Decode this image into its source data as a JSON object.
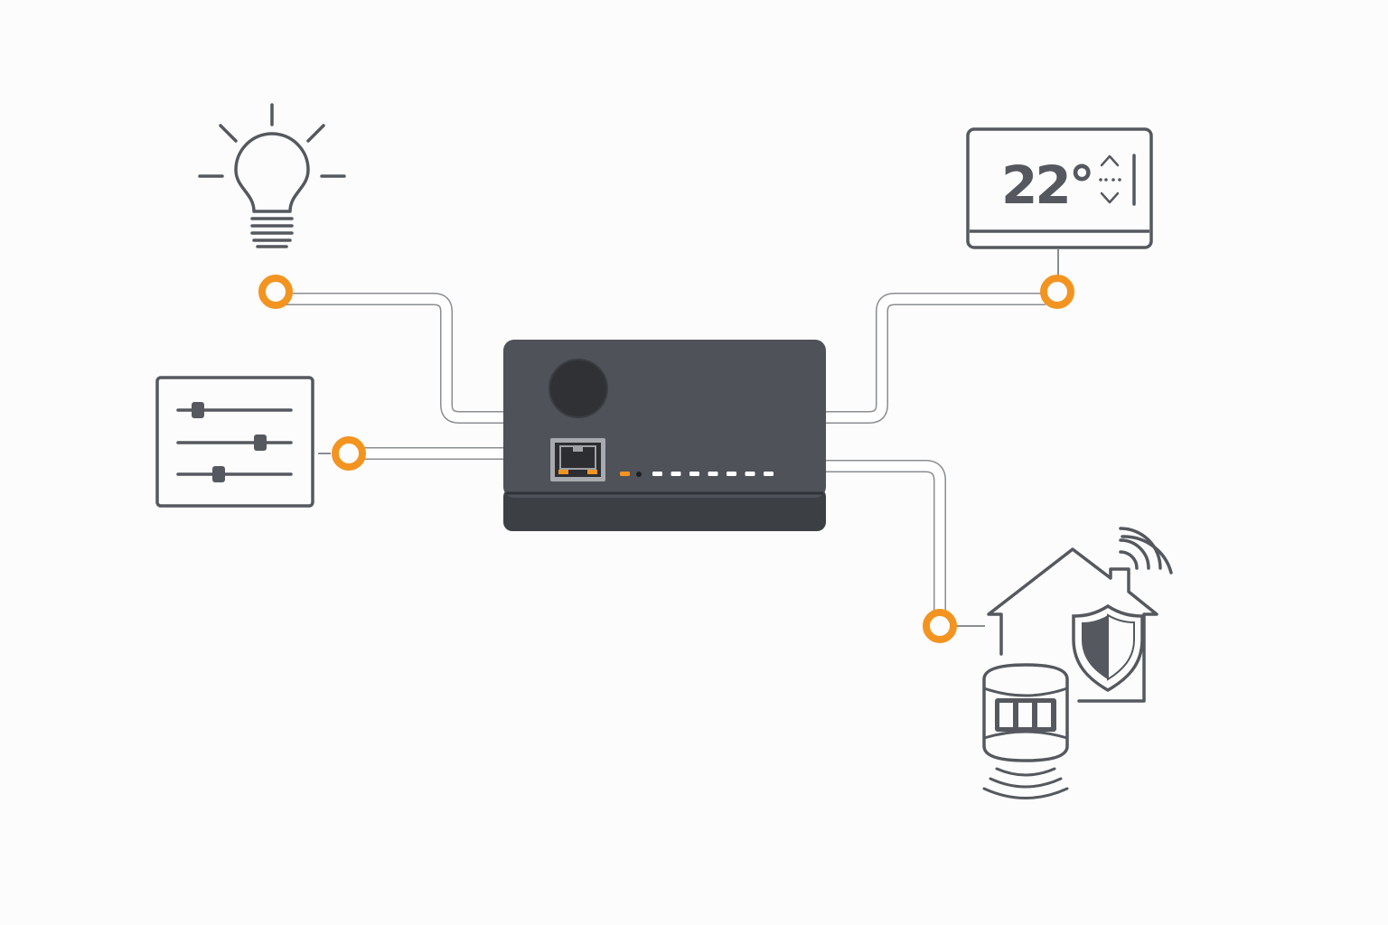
{
  "colors": {
    "background": "#fcfcfc",
    "hub_body": "#4f5258",
    "hub_base": "#3c3f44",
    "accent": "#f39421",
    "icon_stroke": "#55595f"
  },
  "hub": {
    "icon": "smart-home-hub",
    "status_leds": [
      "orange",
      "black",
      "white",
      "white",
      "white",
      "white",
      "white",
      "white",
      "white"
    ]
  },
  "devices": [
    {
      "id": "light",
      "icon": "light-bulb-icon"
    },
    {
      "id": "controls",
      "icon": "sliders-panel-icon"
    },
    {
      "id": "thermostat",
      "icon": "thermostat-icon",
      "temperature": "22°"
    },
    {
      "id": "security",
      "icon": "home-security-icon"
    }
  ]
}
